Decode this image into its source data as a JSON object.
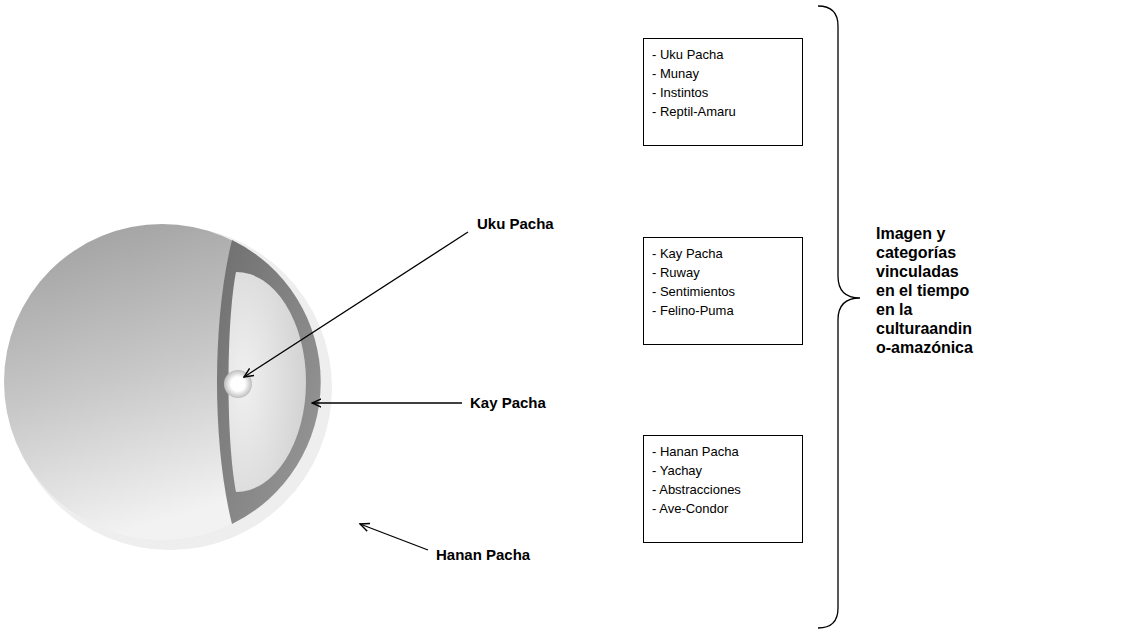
{
  "diagram": {
    "nodes": [
      {
        "text": [
          "- Uku Pacha",
          "- Munay",
          "- Instintos",
          "- Reptil-Amaru"
        ]
      },
      {
        "text": [
          "- Kay Pacha",
          "- Ruway",
          "- Sentimientos",
          "- Felino-Puma"
        ]
      },
      {
        "text": [
          "- Hanan Pacha",
          "- Yachay",
          "- Abstracciones",
          "- Ave-Condor"
        ]
      }
    ],
    "labels": [
      "Uku Pacha",
      "Kay Pacha",
      "Hanan Pacha",
      "Imagen y categorías vinculadas en el tiempo en la culturaandino-amazónica"
    ]
  }
}
